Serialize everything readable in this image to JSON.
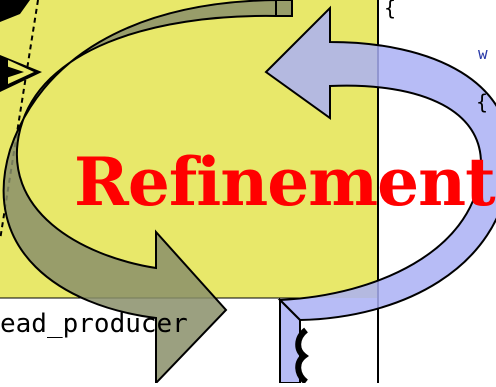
{
  "slide": {
    "title": "Refinement",
    "code_label": "ead_producer",
    "code_brace_top": "{",
    "code_brace_mid": "{",
    "code_keyword": "w"
  },
  "colors": {
    "panel_yellow": "#e8e86a",
    "arrow_gray": "#8a8f6a",
    "arrow_blue": "#aab0f4",
    "title_red": "#ff0000",
    "keyword_blue": "#2a3aa8"
  },
  "icons": {
    "cycle": "refinement-cycle-arrows",
    "play_markers": "play-triangle-icons"
  }
}
